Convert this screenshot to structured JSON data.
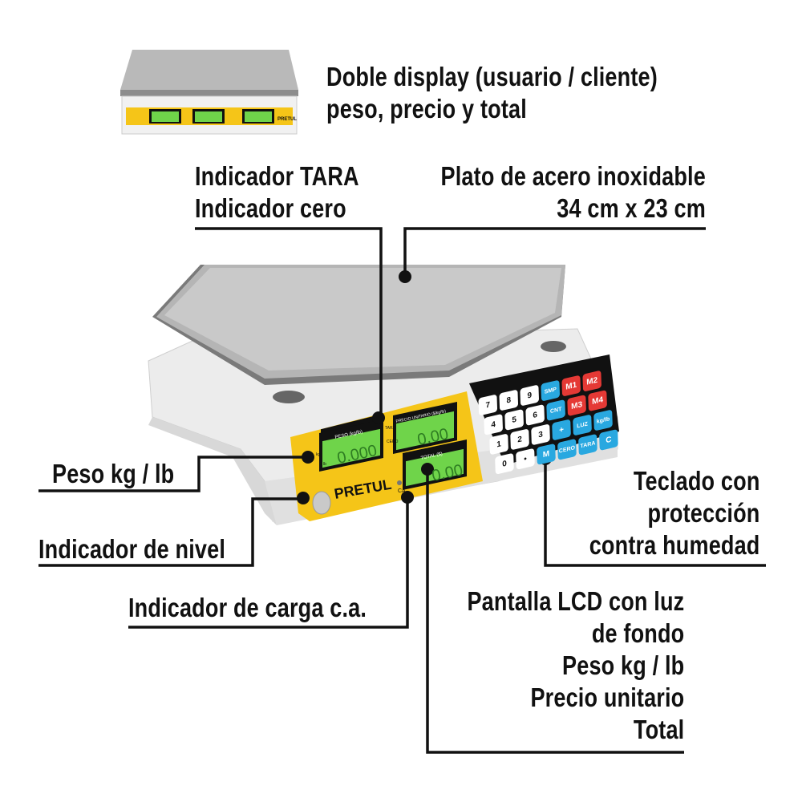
{
  "brand": "PRETUL",
  "callouts": {
    "double_display": [
      "Doble display (usuario / cliente)",
      "peso, precio y total"
    ],
    "tara_cero": [
      "Indicador TARA",
      "Indicador cero"
    ],
    "plate": [
      "Plato de acero inoxidable",
      "34 cm x 23 cm"
    ],
    "weight_unit": "Peso kg / lb",
    "level": "Indicador de nivel",
    "charge": "Indicador de carga c.a.",
    "keypad": [
      "Teclado con",
      "protección",
      "contra humedad"
    ],
    "lcd": [
      "Pantalla LCD con luz",
      "de fondo",
      "Peso kg / lb",
      "Precio unitario",
      "Total"
    ]
  },
  "scale_panel": {
    "weight_label": "PESO (kg/lb)",
    "weight_value": "0.000",
    "price_label": "PRECIO UNITARIO ($/kg/lb)",
    "price_value": "0.00",
    "total_label": "TOTAL ($)",
    "total_value": "0.00",
    "kg": "kg",
    "lb": "lb",
    "tara": "TARA",
    "cero": "CERO",
    "ca": "CA"
  },
  "keys": [
    {
      "t": "7",
      "c": "#ffffff"
    },
    {
      "t": "8",
      "c": "#ffffff"
    },
    {
      "t": "9",
      "c": "#ffffff"
    },
    {
      "t": "SMP",
      "c": "#29a8e0"
    },
    {
      "t": "M1",
      "c": "#e53935"
    },
    {
      "t": "M2",
      "c": "#e53935"
    },
    {
      "t": "4",
      "c": "#ffffff"
    },
    {
      "t": "5",
      "c": "#ffffff"
    },
    {
      "t": "6",
      "c": "#ffffff"
    },
    {
      "t": "CNT",
      "c": "#29a8e0"
    },
    {
      "t": "M3",
      "c": "#e53935"
    },
    {
      "t": "M4",
      "c": "#e53935"
    },
    {
      "t": "1",
      "c": "#ffffff"
    },
    {
      "t": "2",
      "c": "#ffffff"
    },
    {
      "t": "3",
      "c": "#ffffff"
    },
    {
      "t": "+",
      "c": "#29a8e0"
    },
    {
      "t": "LUZ",
      "c": "#29a8e0"
    },
    {
      "t": "kg/lb",
      "c": "#29a8e0"
    },
    {
      "t": "0",
      "c": "#ffffff"
    },
    {
      "t": "•",
      "c": "#ffffff"
    },
    {
      "t": "M",
      "c": "#29a8e0"
    },
    {
      "t": "CERO",
      "c": "#29a8e0"
    },
    {
      "t": "TARA",
      "c": "#29a8e0"
    },
    {
      "t": "C",
      "c": "#29a8e0"
    }
  ],
  "colors": {
    "panel": "#f5c518",
    "lcd": "#6fd44a",
    "line": "#111111"
  }
}
